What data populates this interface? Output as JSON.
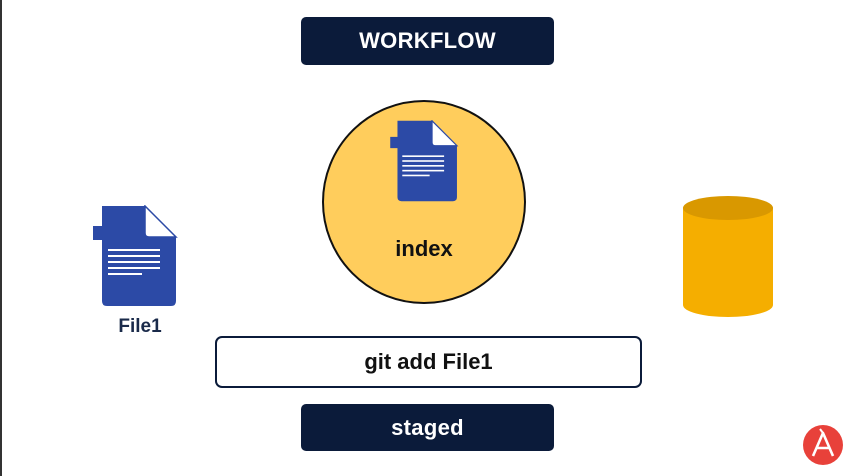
{
  "header": {
    "title": "WORKFLOW"
  },
  "index": {
    "label": "index"
  },
  "working_file": {
    "name": "File1"
  },
  "command": {
    "text": "git add File1"
  },
  "status": {
    "label": "staged"
  },
  "icons": {
    "working_file": "document-icon",
    "index_file": "document-icon",
    "repository": "database-cylinder-icon",
    "brand": "logo-icon"
  },
  "colors": {
    "navy": "#0b1b3a",
    "index_fill": "#ffcd5c",
    "document_blue": "#2c4aa6",
    "repository_gold": "#f5ae00",
    "brand_red": "#e8413a"
  }
}
